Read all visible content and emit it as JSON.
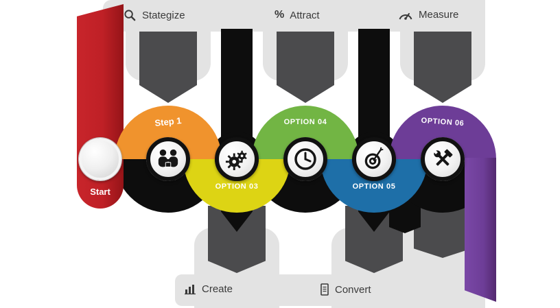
{
  "palette": {
    "red": "#bf2026",
    "orange": "#f0932d",
    "yellow": "#ddd414",
    "green": "#72b544",
    "blue": "#1e6fa8",
    "purple": "#6d3d97",
    "black": "#0d0d0d",
    "dkgray": "#4b4b4d",
    "ltgray": "#e3e3e3",
    "ink": "#3a3a3a"
  },
  "top_banner": {
    "items": [
      {
        "icon": "magnifier-icon",
        "label": "Stategize"
      },
      {
        "icon": "percent-icon",
        "label": "Attract",
        "icon_char": "%"
      },
      {
        "icon": "gauge-icon",
        "label": "Measure"
      }
    ]
  },
  "bottom_banner": {
    "items": [
      {
        "icon": "bar-chart-icon",
        "label": "Create"
      },
      {
        "icon": "document-icon",
        "label": "Convert"
      }
    ]
  },
  "nodes": [
    {
      "label": "Start",
      "color": "#bf2026",
      "icon": "none",
      "ribbon": "red vertical ribbon"
    },
    {
      "label": "Step 1",
      "color": "#f0932d",
      "icon": "handshake-icon",
      "ribbon": "orange top arc"
    },
    {
      "label": "OPTION 03",
      "color": "#ddd414",
      "icon": "gears-icon",
      "ribbon": "yellow bottom arc"
    },
    {
      "label": "OPTION 04",
      "color": "#72b544",
      "icon": "clock-icon",
      "ribbon": "green top arc"
    },
    {
      "label": "OPTION 05",
      "color": "#1e6fa8",
      "icon": "target-icon",
      "ribbon": "blue bottom arc"
    },
    {
      "label": "OPTION 06",
      "color": "#6d3d97",
      "icon": "tools-icon",
      "ribbon": "purple top arc"
    }
  ]
}
